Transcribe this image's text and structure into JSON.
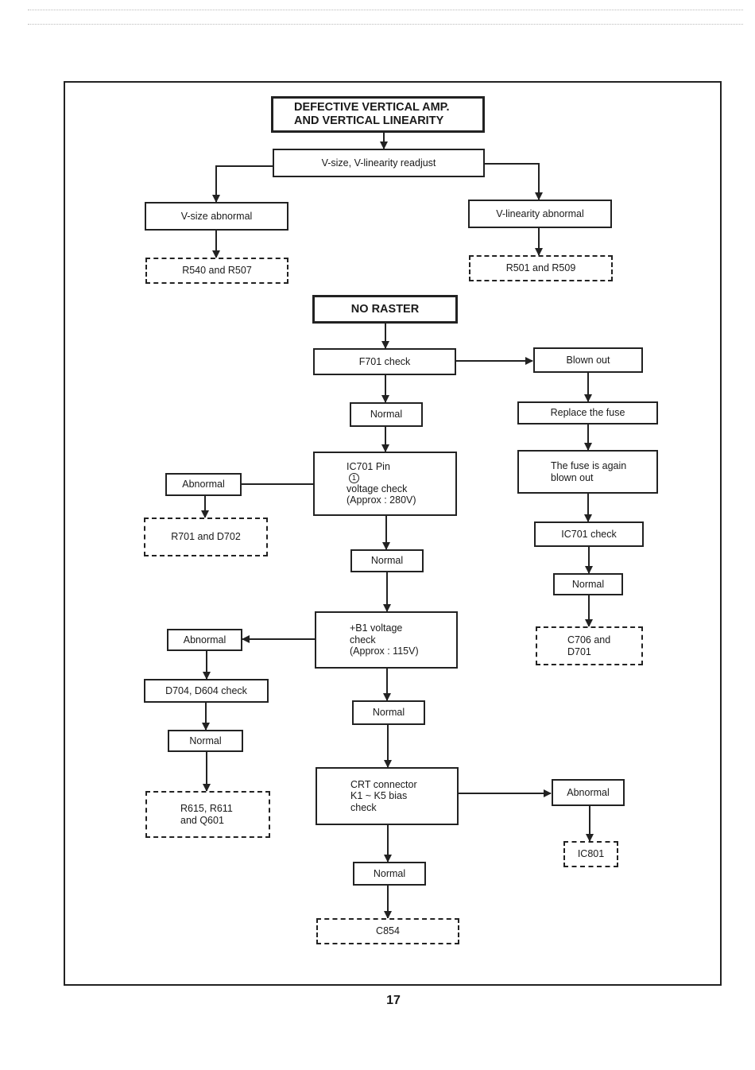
{
  "diagram": {
    "v_section": {
      "title_line1": "DEFECTIVE VERTICAL AMP.",
      "title_line2": "AND VERTICAL LINEARITY",
      "readjust": "V-size, V-linearity readjust",
      "vsize_abnormal": "V-size abnormal",
      "vlin_abnormal": "V-linearity abnormal",
      "vsize_parts": "R540 and R507",
      "vlin_parts": "R501 and R509"
    },
    "raster_section": {
      "title": "NO RASTER",
      "f701_check": "F701 check",
      "normal_1": "Normal",
      "blown_out": "Blown out",
      "replace_fuse": "Replace the fuse",
      "fuse_again_line1": "The fuse is again",
      "fuse_again_line2": "blown out",
      "ic701_check": "IC701 check",
      "normal_right": "Normal",
      "c706_line1": "C706 and",
      "c706_line2": "D701",
      "ic701_pin_line1": "IC701 Pin",
      "ic701_pin_number": "1",
      "ic701_pin_line2": "voltage check",
      "ic701_pin_line3": "(Approx : 280V)",
      "abnormal_1": "Abnormal",
      "r701_parts": "R701 and D702",
      "normal_2": "Normal",
      "b1_line1": "+B1 voltage",
      "b1_line2": "check",
      "b1_line3": "(Approx : 115V)",
      "abnormal_2": "Abnormal",
      "d704_check": "D704, D604 check",
      "normal_left": "Normal",
      "r615_line1": "R615, R611",
      "r615_line2": "and Q601",
      "normal_3": "Normal",
      "crt_line1": "CRT connector",
      "crt_line2": "K1 ~ K5 bias",
      "crt_line3": "check",
      "abnormal_3": "Abnormal",
      "ic801": "IC801",
      "normal_4": "Normal",
      "c854": "C854"
    }
  },
  "page_number": "17"
}
